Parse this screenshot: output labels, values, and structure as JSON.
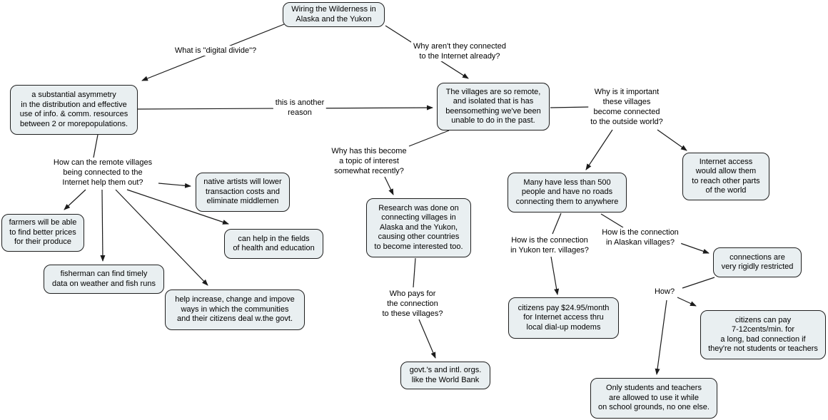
{
  "diagram_title": "Wiring the Wilderness in Alaska and the Yukon",
  "colors": {
    "node_fill": "#e9eff1",
    "node_border": "#1f1f1f",
    "line": "#1b1b1b",
    "background": "#ffffff"
  },
  "nodes": {
    "title": {
      "text": "Wiring the Wilderness in\nAlaska and the Yukon"
    },
    "asymmetry": {
      "text": "a substantial asymmetry\nin the distribution and effective\nuse of info. & comm. resources\nbetween 2 or morepopulations."
    },
    "villages_remote": {
      "text": "The villages are so remote,\nand isolated that is has\nbeensomething we've been\nunable to do in the past."
    },
    "native_artists": {
      "text": "native artists will lower\ntransaction costs and\neliminate middlemen"
    },
    "farmers": {
      "text": "farmers will be able\nto find better prices\nfor their produce"
    },
    "fisherman": {
      "text": "fisherman can find timely\ndata on weather and fish runs"
    },
    "health_education": {
      "text": "can help in the fields\nof health and education"
    },
    "help_increase": {
      "text": "help increase, change and impove\nways in which the communities\nand their citizens deal w.the govt."
    },
    "research": {
      "text": "Research was done on\nconnecting villages in\nAlaska and the Yukon,\ncausing other countries\nto become interested too."
    },
    "govts_orgs": {
      "text": "govt.'s and intl. orgs.\nlike the World Bank"
    },
    "many_less_500": {
      "text": "Many have less than 500\npeople and have no roads\nconnecting them to anywhere"
    },
    "internet_access": {
      "text": "Internet access\nwould allow them\nto reach other parts\nof the world"
    },
    "connections_restricted": {
      "text": "connections are\nvery rigidly restricted"
    },
    "citizens_pay_month": {
      "text": "citizens pay $24.95/month\nfor Internet access thru\nlocal dial-up modems"
    },
    "citizens_pay_min": {
      "text": "citizens can pay\n7-12cents/min. for\na long, bad connection if\nthey're not students or teachers"
    },
    "only_students": {
      "text": "Only students and teachers\nare allowed to use it while\non school grounds, no one else."
    }
  },
  "connector_labels": {
    "digital_divide": {
      "text": "What is \"digital divide\"?"
    },
    "why_not_connected": {
      "text": "Why aren't they connected\nto the Internet already?"
    },
    "another_reason": {
      "text": "this is another\nreason"
    },
    "how_help_out": {
      "text": "How can the remote villages\nbeing connected to the\nInternet help them out?"
    },
    "why_topic_recent": {
      "text": "Why has this become\na topic of interest\nsomewhat recently?"
    },
    "who_pays": {
      "text": "Who pays for\nthe connection\nto these villages?"
    },
    "why_important": {
      "text": "Why is it important\nthese villages\nbecome connected\nto the outside world?"
    },
    "how_yukon": {
      "text": "How is the connection\nin Yukon terr. villages?"
    },
    "how_alaskan": {
      "text": "How is the connection\nin Alaskan villages?"
    },
    "how": {
      "text": "How?"
    }
  }
}
